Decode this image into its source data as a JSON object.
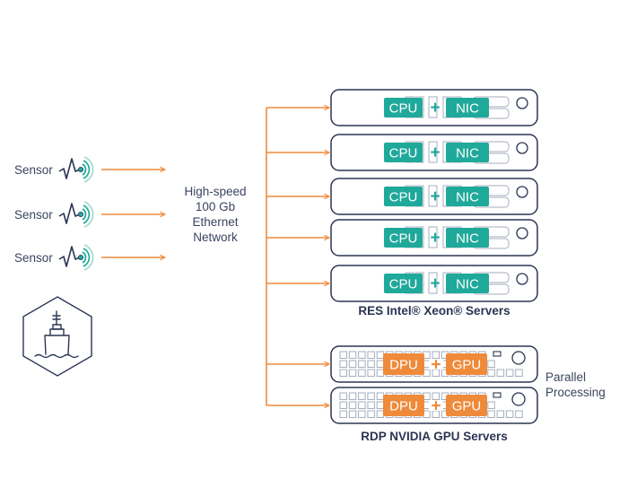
{
  "colors": {
    "orange": "#ef8a3a",
    "teal": "#1fa99a",
    "navy": "#2b3553",
    "grid_gray": "#a6adbd",
    "wave_light": "#9ed8cf"
  },
  "sensors": [
    {
      "label": "Sensor",
      "icon": "sensor-signal-icon"
    },
    {
      "label": "Sensor",
      "icon": "sensor-signal-icon"
    },
    {
      "label": "Sensor",
      "icon": "sensor-signal-icon"
    }
  ],
  "ship": {
    "icon": "ship-icon",
    "frame": "hexagon"
  },
  "network": {
    "lines": [
      "High-speed",
      "100 Gb",
      "Ethernet",
      "Network"
    ]
  },
  "res_servers": {
    "title": "RES Intel® Xeon® Servers",
    "units": [
      {
        "chip_a": "CPU",
        "chip_b": "NIC",
        "joiner": "+"
      },
      {
        "chip_a": "CPU",
        "chip_b": "NIC",
        "joiner": "+"
      },
      {
        "chip_a": "CPU",
        "chip_b": "NIC",
        "joiner": "+"
      },
      {
        "chip_a": "CPU",
        "chip_b": "NIC",
        "joiner": "+"
      },
      {
        "chip_a": "CPU",
        "chip_b": "NIC",
        "joiner": "+"
      }
    ]
  },
  "rdp_servers": {
    "title": "RDP NVIDIA GPU Servers",
    "side_label": [
      "Parallel",
      "Processing"
    ],
    "units": [
      {
        "chip_a": "DPU",
        "chip_b": "GPU",
        "joiner": "+"
      },
      {
        "chip_a": "DPU",
        "chip_b": "GPU",
        "joiner": "+"
      }
    ]
  }
}
